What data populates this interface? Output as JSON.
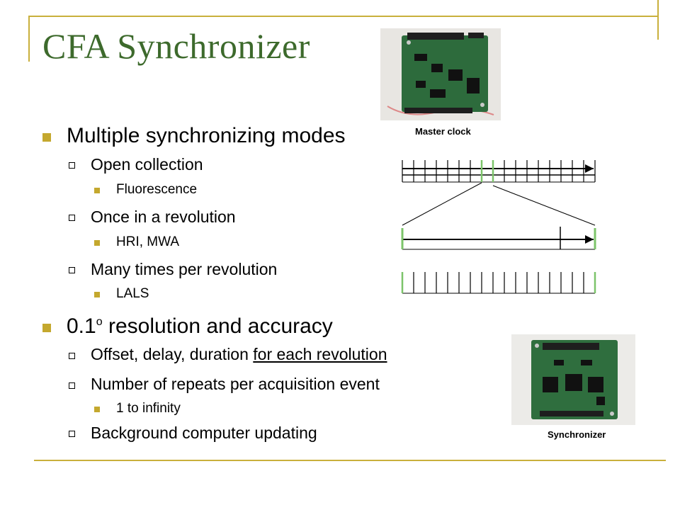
{
  "slide": {
    "title": "CFA Synchronizer",
    "bullets": {
      "modes": "Multiple synchronizing modes",
      "open_collection": "Open collection",
      "fluorescence": "Fluorescence",
      "once_per_rev": "Once in a revolution",
      "hri_mwa": "HRI, MWA",
      "many_per_rev": "Many times per revolution",
      "lals": "LALS",
      "resolution_prefix": "0.1",
      "resolution_sup": "o",
      "resolution_suffix": " resolution and accuracy",
      "offset_prefix": "Offset, delay, duration ",
      "offset_underlined": "for each revolution",
      "repeats": "Number of repeats per acquisition event",
      "infinity": "1 to infinity",
      "background": "Background computer updating"
    },
    "captions": {
      "master_clock": "Master clock",
      "synchronizer": "Synchronizer"
    },
    "colors": {
      "title": "#3d6a2c",
      "accent": "#c9b03c",
      "tick_highlight": "#7cc46a",
      "board": "#2d6b3c"
    },
    "images": {
      "master_clock_board": "photo of green circuit board (master clock)",
      "synchronizer_board": "photo of green circuit board (synchronizer)"
    }
  }
}
